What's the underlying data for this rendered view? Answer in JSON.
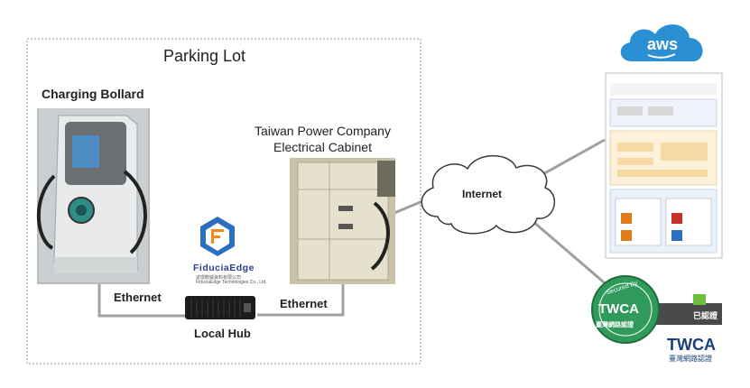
{
  "parking_lot": {
    "title": "Parking Lot"
  },
  "bollard": {
    "label": "Charging Bollard"
  },
  "cabinet": {
    "label_line1": "Taiwan Power Company",
    "label_line2": "Electrical Cabinet"
  },
  "links": {
    "ethernet_left": "Ethernet",
    "ethernet_right": "Ethernet"
  },
  "hub": {
    "label": "Local Hub"
  },
  "fiduciaedge": {
    "name": "FiduciaEdge",
    "sub_zh": "返璟數據資料有限公司",
    "sub_en": "FiduciaEdge Technologies Co., Ltd."
  },
  "cloud": {
    "label": "Internet"
  },
  "aws": {
    "label": "aws"
  },
  "twca": {
    "secured": "Secured By",
    "badge": "TWCA",
    "badge_zh": "臺灣網路認證",
    "certified": "已認證",
    "logo": "TWCA",
    "logo_zh": "臺灣網路認證"
  },
  "colors": {
    "line": "#a0a0a0",
    "border": "#9a9a9a",
    "aws_blue": "#2b8fd4",
    "twca_green": "#2f9a5a",
    "twca_blue": "#173f7c"
  }
}
